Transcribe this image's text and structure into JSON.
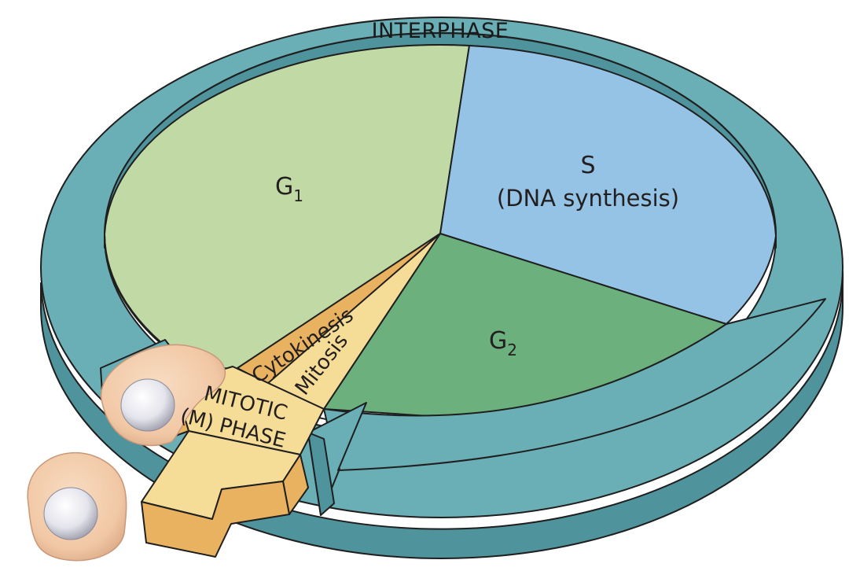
{
  "ring": {
    "label": "INTERPHASE"
  },
  "phases": {
    "g1": {
      "main": "G",
      "sub": "1"
    },
    "s": {
      "main": "S",
      "detail": "(DNA synthesis)"
    },
    "g2": {
      "main": "G",
      "sub": "2"
    }
  },
  "mitotic": {
    "cytokinesis": "Cytokinesis",
    "mitosis": "Mitosis",
    "title_line1": "MITOTIC",
    "title_line2": "(M) PHASE"
  },
  "colors": {
    "ring": "#6aaeb6",
    "ring_dark": "#4f949d",
    "g1": "#c0d9a5",
    "s": "#95c3e5",
    "g2": "#6bb07d",
    "cytokinesis": "#e8b261",
    "mitosis": "#f5dc97",
    "cell_body": "#f4cfae",
    "nucleus": "#eeeef4"
  }
}
